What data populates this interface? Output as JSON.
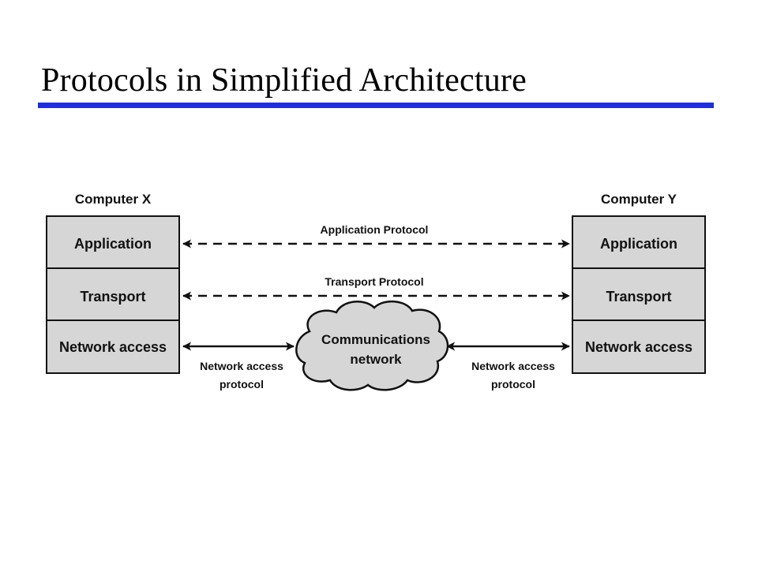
{
  "title": "Protocols in Simplified Architecture",
  "accent_color": "#1f2ee0",
  "diagram": {
    "computer_x": {
      "label": "Computer X",
      "layers": [
        "Application",
        "Transport",
        "Network access"
      ]
    },
    "computer_y": {
      "label": "Computer Y",
      "layers": [
        "Application",
        "Transport",
        "Network access"
      ]
    },
    "protocols": {
      "application": "Application Protocol",
      "transport": "Transport Protocol",
      "network_left": [
        "Network access",
        "protocol"
      ],
      "network_right": [
        "Network access",
        "protocol"
      ]
    },
    "cloud": [
      "Communications",
      "network"
    ]
  }
}
